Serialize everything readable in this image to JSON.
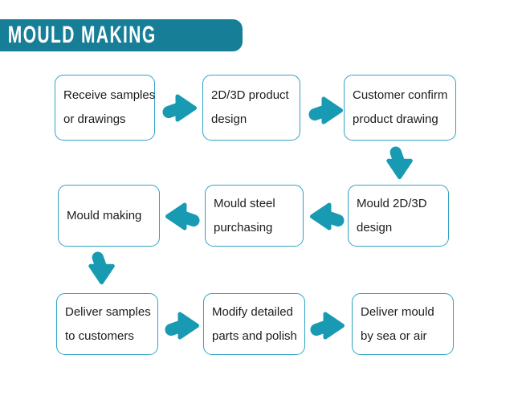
{
  "header": {
    "title": "MOULD MAKING"
  },
  "colors": {
    "banner_bg": "#177E97",
    "banner_text": "#FFFFFF",
    "arrow": "#189BB2",
    "box_border": "#2FA3C6",
    "box_bg": "#FFFFFF",
    "text": "#1C1C1C",
    "page_bg": "#FFFFFF"
  },
  "flow": {
    "rows": [
      {
        "arrow_direction": "right",
        "boxes": [
          {
            "lines": [
              "Receive samples",
              "or drawings"
            ]
          },
          {
            "lines": [
              "2D/3D product",
              "design"
            ]
          },
          {
            "lines": [
              "Customer confirm",
              "product drawing"
            ]
          }
        ]
      },
      {
        "arrow_direction": "left",
        "boxes": [
          {
            "lines": [
              "Mould making"
            ]
          },
          {
            "lines": [
              "Mould steel",
              "purchasing"
            ]
          },
          {
            "lines": [
              "Mould 2D/3D",
              "design"
            ]
          }
        ]
      },
      {
        "arrow_direction": "right",
        "boxes": [
          {
            "lines": [
              "Deliver samples",
              "to customers"
            ]
          },
          {
            "lines": [
              "Modify detailed",
              "parts and polish"
            ]
          },
          {
            "lines": [
              "Deliver mould",
              "by sea or air"
            ]
          }
        ]
      }
    ],
    "connectors": {
      "row1_to_row2": "down",
      "row2_to_row3": "down"
    }
  }
}
